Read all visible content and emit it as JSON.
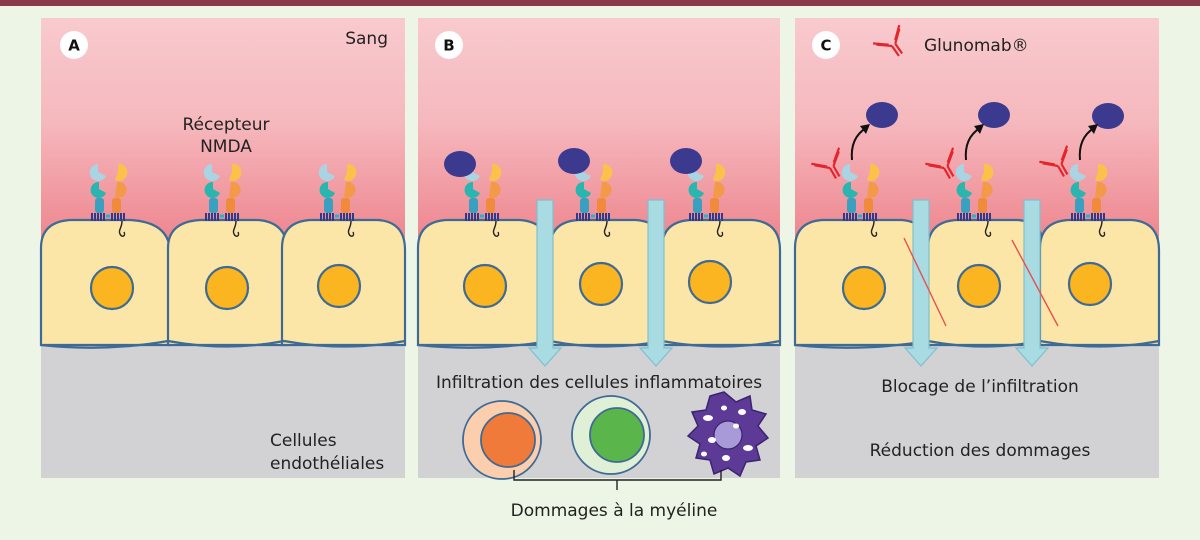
{
  "colors": {
    "page_bg": "#edf5e6",
    "top_bar": "#8a3a4a",
    "blood_light": "#f8c8cc",
    "blood_dark": "#ea6470",
    "cell_fill": "#fbe6a8",
    "cell_stroke": "#3e6a96",
    "nucleus": "#fbb521",
    "tissue": "#d2d2d4",
    "arrow_fill": "#a9dbe2",
    "arrow_stroke": "#7fc0cc",
    "ligand": "#3b3a8e",
    "antibody": "#e3262d",
    "block_line": "#e65050"
  },
  "panels": [
    {
      "id": "A",
      "blood_label": "Sang",
      "receptor_label_line1": "Récepteur",
      "receptor_label_line2": "NMDA",
      "cells_label_line1": "Cellules",
      "cells_label_line2": "endothéliales"
    },
    {
      "id": "B",
      "infiltration_label": "Infiltration des cellules inflammatoires",
      "damage_label": "Dommages à la myéline"
    },
    {
      "id": "C",
      "antibody_label": "Glunomab®",
      "block_label": "Blocage de l’infiltration",
      "reduction_label": "Réduction des dommages"
    }
  ]
}
